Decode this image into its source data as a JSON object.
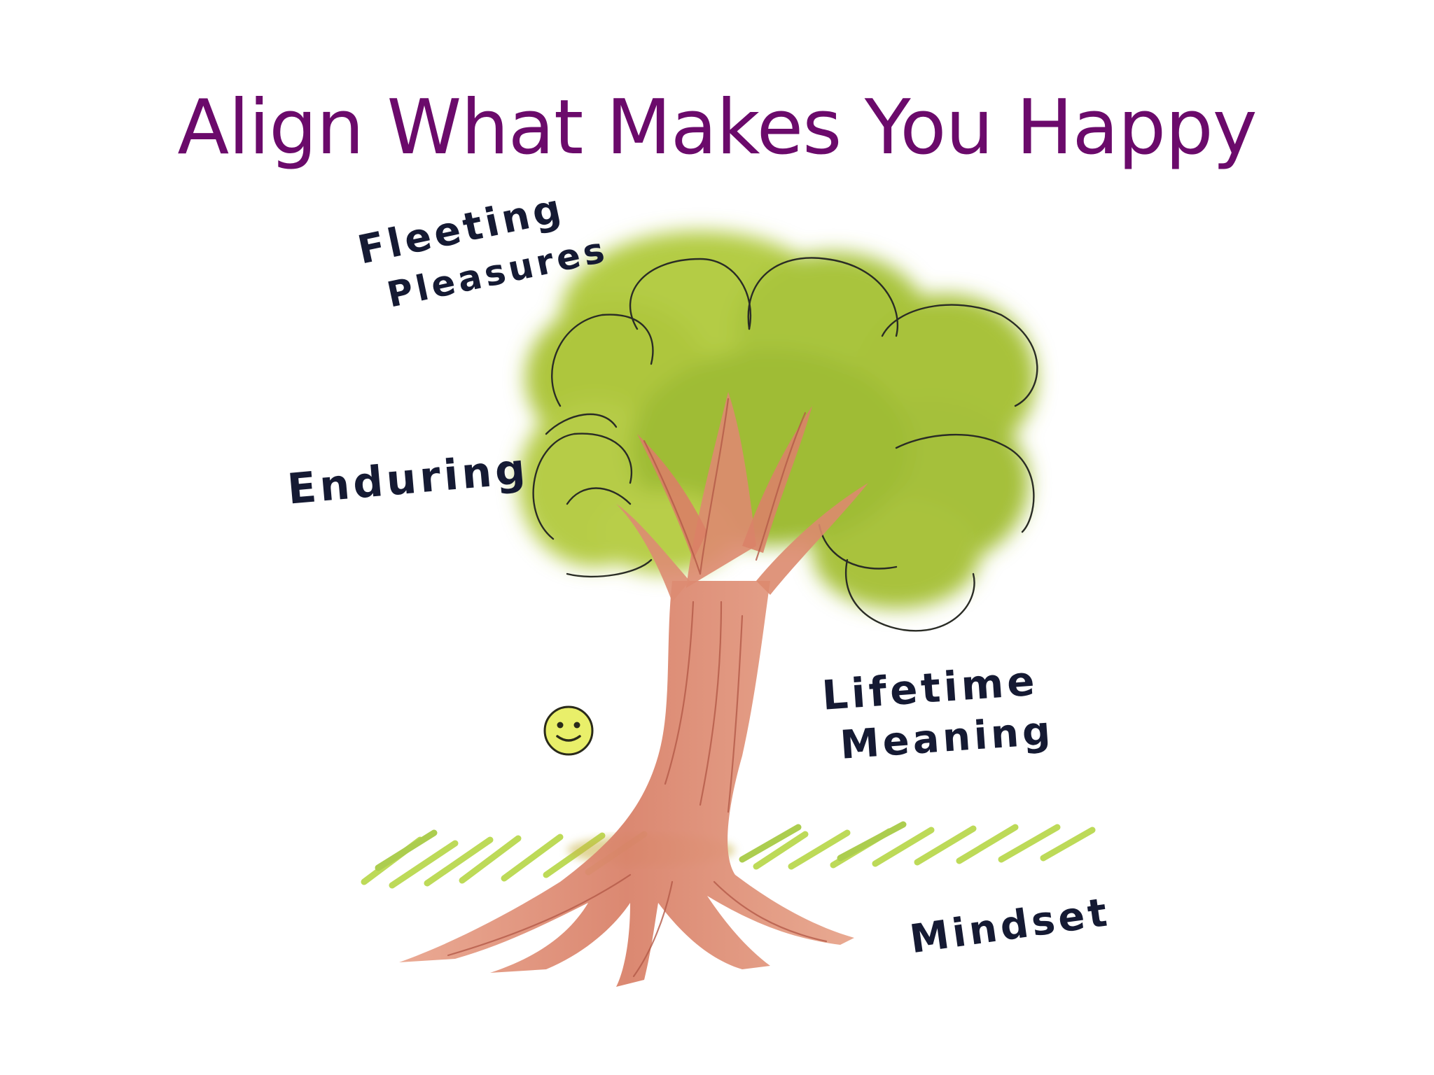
{
  "slide": {
    "title": "Align What Makes You Happy"
  },
  "illustration": {
    "labels": {
      "fleeting": "Fleeting",
      "pleasures": "Pleasures",
      "enduring": "Enduring",
      "lifetime": "Lifetime",
      "meaning": "Meaning",
      "mindset": "Mindset"
    },
    "colors": {
      "title": "#6b0a6b",
      "canopy": "#a6c23a",
      "trunk": "#d9826a",
      "grass": "#b6d646",
      "ink": "#151a33",
      "smiley": "#e9ef6a"
    }
  }
}
